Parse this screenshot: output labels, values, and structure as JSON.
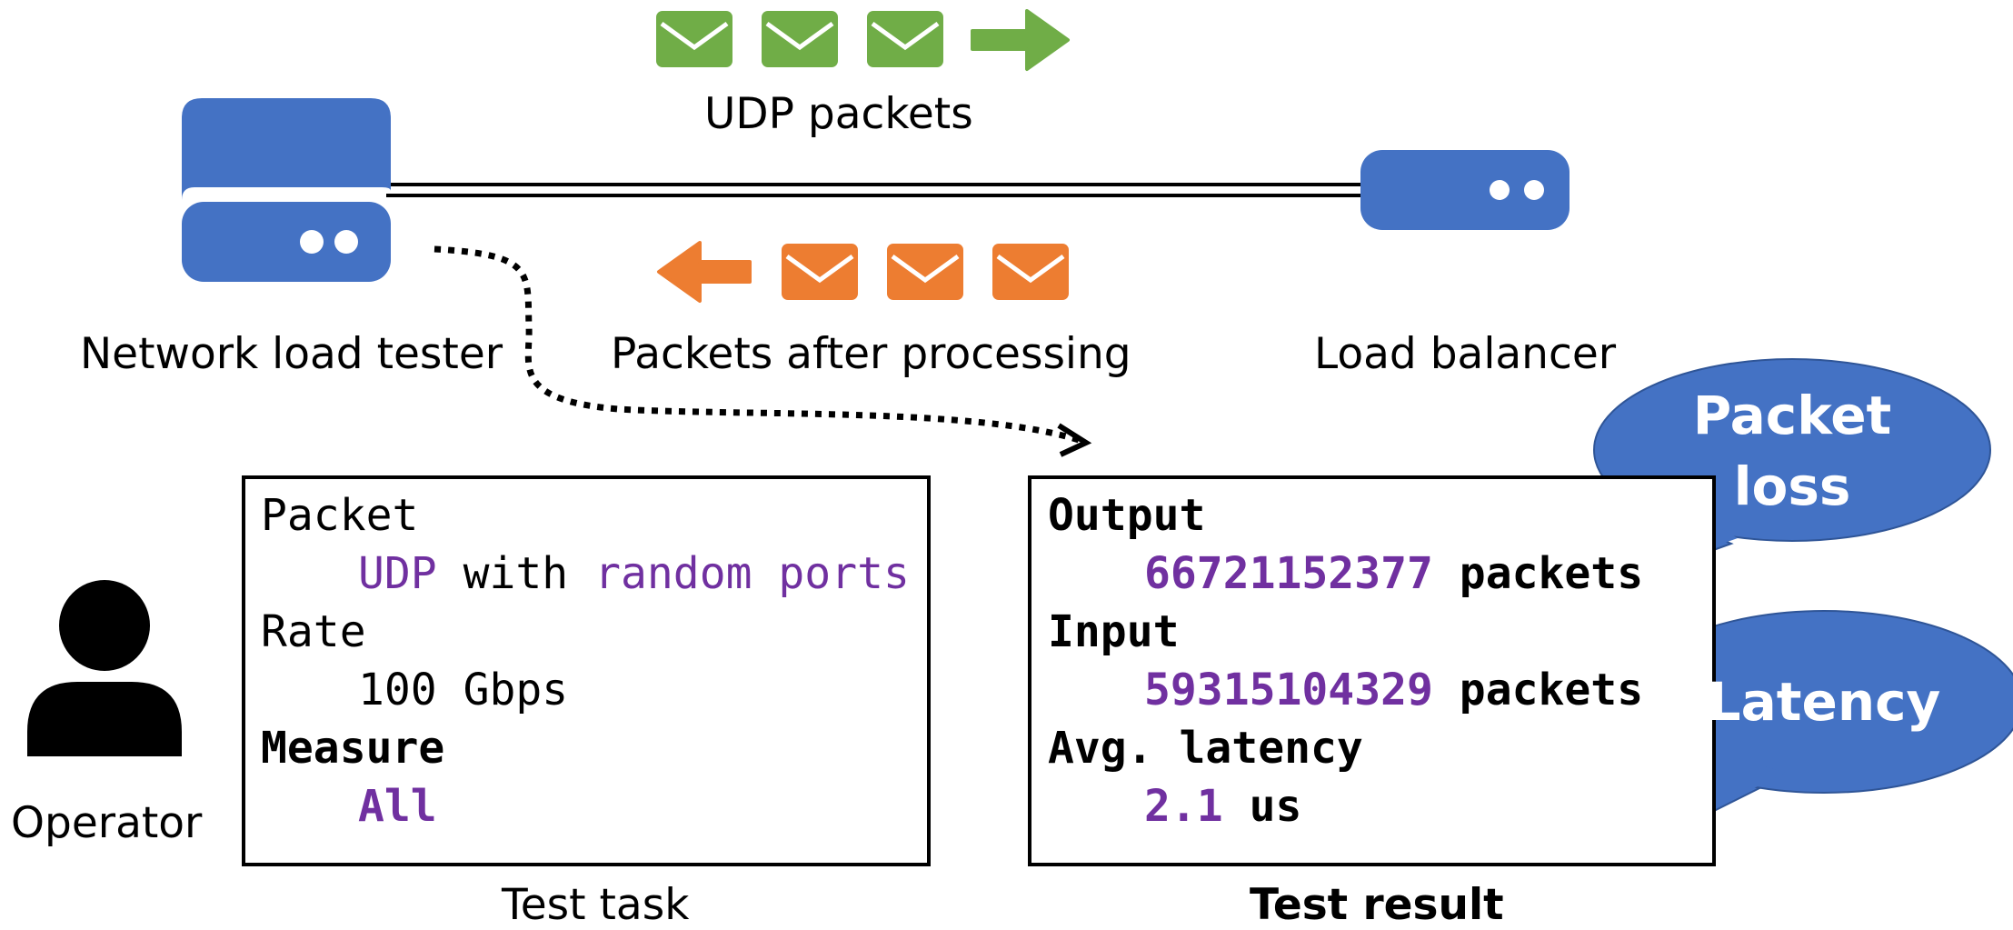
{
  "labels": {
    "udp_packets": "UDP packets",
    "packets_after": "Packets after processing",
    "load_tester": "Network load tester",
    "load_balancer": "Load balancer",
    "operator": "Operator",
    "test_task": "Test task",
    "test_result": "Test result"
  },
  "task": {
    "packet_key": "Packet",
    "packet_proto": "UDP",
    "packet_with": "with",
    "packet_ports": "random ports",
    "rate_key": "Rate",
    "rate_value": "100 Gbps",
    "measure_key": "Measure",
    "measure_value": "All"
  },
  "result": {
    "output_key": "Output",
    "output_value": "66721152377",
    "output_unit": "packets",
    "input_key": "Input",
    "input_value": "59315104329",
    "input_unit": "packets",
    "latency_key": "Avg. latency",
    "latency_value": "2.1",
    "latency_unit": "us"
  },
  "bubbles": {
    "packet_loss_line1": "Packet",
    "packet_loss_line2": "loss",
    "latency": "Latency"
  },
  "colors": {
    "server_blue": "#4472c4",
    "green": "#70ad47",
    "orange": "#ed7d31",
    "purple": "#7030a0"
  },
  "icons": {
    "server": "server-icon",
    "envelope": "envelope-icon",
    "arrow": "arrow-icon",
    "person": "person-icon"
  }
}
